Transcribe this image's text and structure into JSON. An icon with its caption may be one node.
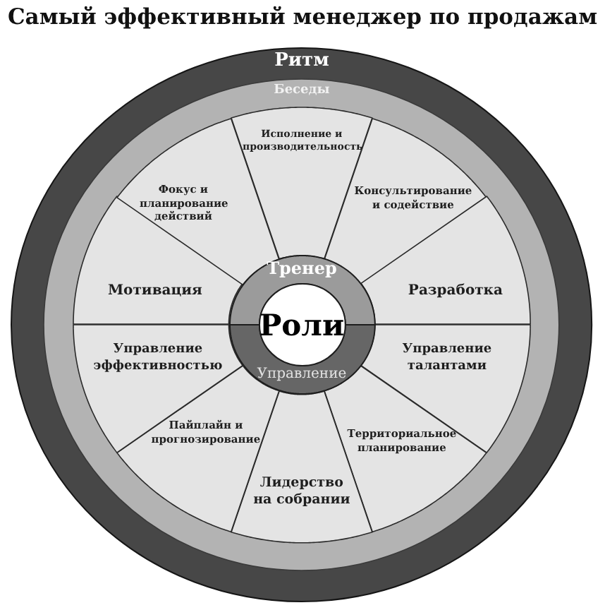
{
  "diagram": {
    "title": "Самый эффективный менеджер по продажам",
    "nodes": [
      {
        "text": [
          "Ритм"
        ]
      },
      {
        "text": [
          "Беседы"
        ],
        "in": 0
      },
      {
        "text": [
          "Исполнение и производительность"
        ],
        "in": 1
      },
      {
        "text": [
          "Консультирование и содействие"
        ],
        "in": 1
      },
      {
        "text": [
          "Разработка"
        ],
        "in": 1
      },
      {
        "text": [
          "Управление талантами"
        ],
        "in": 1
      },
      {
        "text": [
          "Территориальное планирование"
        ],
        "in": 1
      },
      {
        "text": [
          "Лидерство на собрании"
        ],
        "in": 1
      },
      {
        "text": [
          "Пайплайн и прогнозирование"
        ],
        "in": 1
      },
      {
        "text": [
          "Управление эффективностью"
        ],
        "in": 1
      },
      {
        "text": [
          "Мотивация"
        ],
        "in": 1
      },
      {
        "text": [
          "Фокус и планирование действий"
        ],
        "in": 1
      },
      {
        "text": [
          "Тренер"
        ],
        "in": 1
      },
      {
        "text": [
          "Управление"
        ],
        "in": 1
      },
      {
        "text": [
          "Роли"
        ],
        "in": 1
      }
    ]
  }
}
